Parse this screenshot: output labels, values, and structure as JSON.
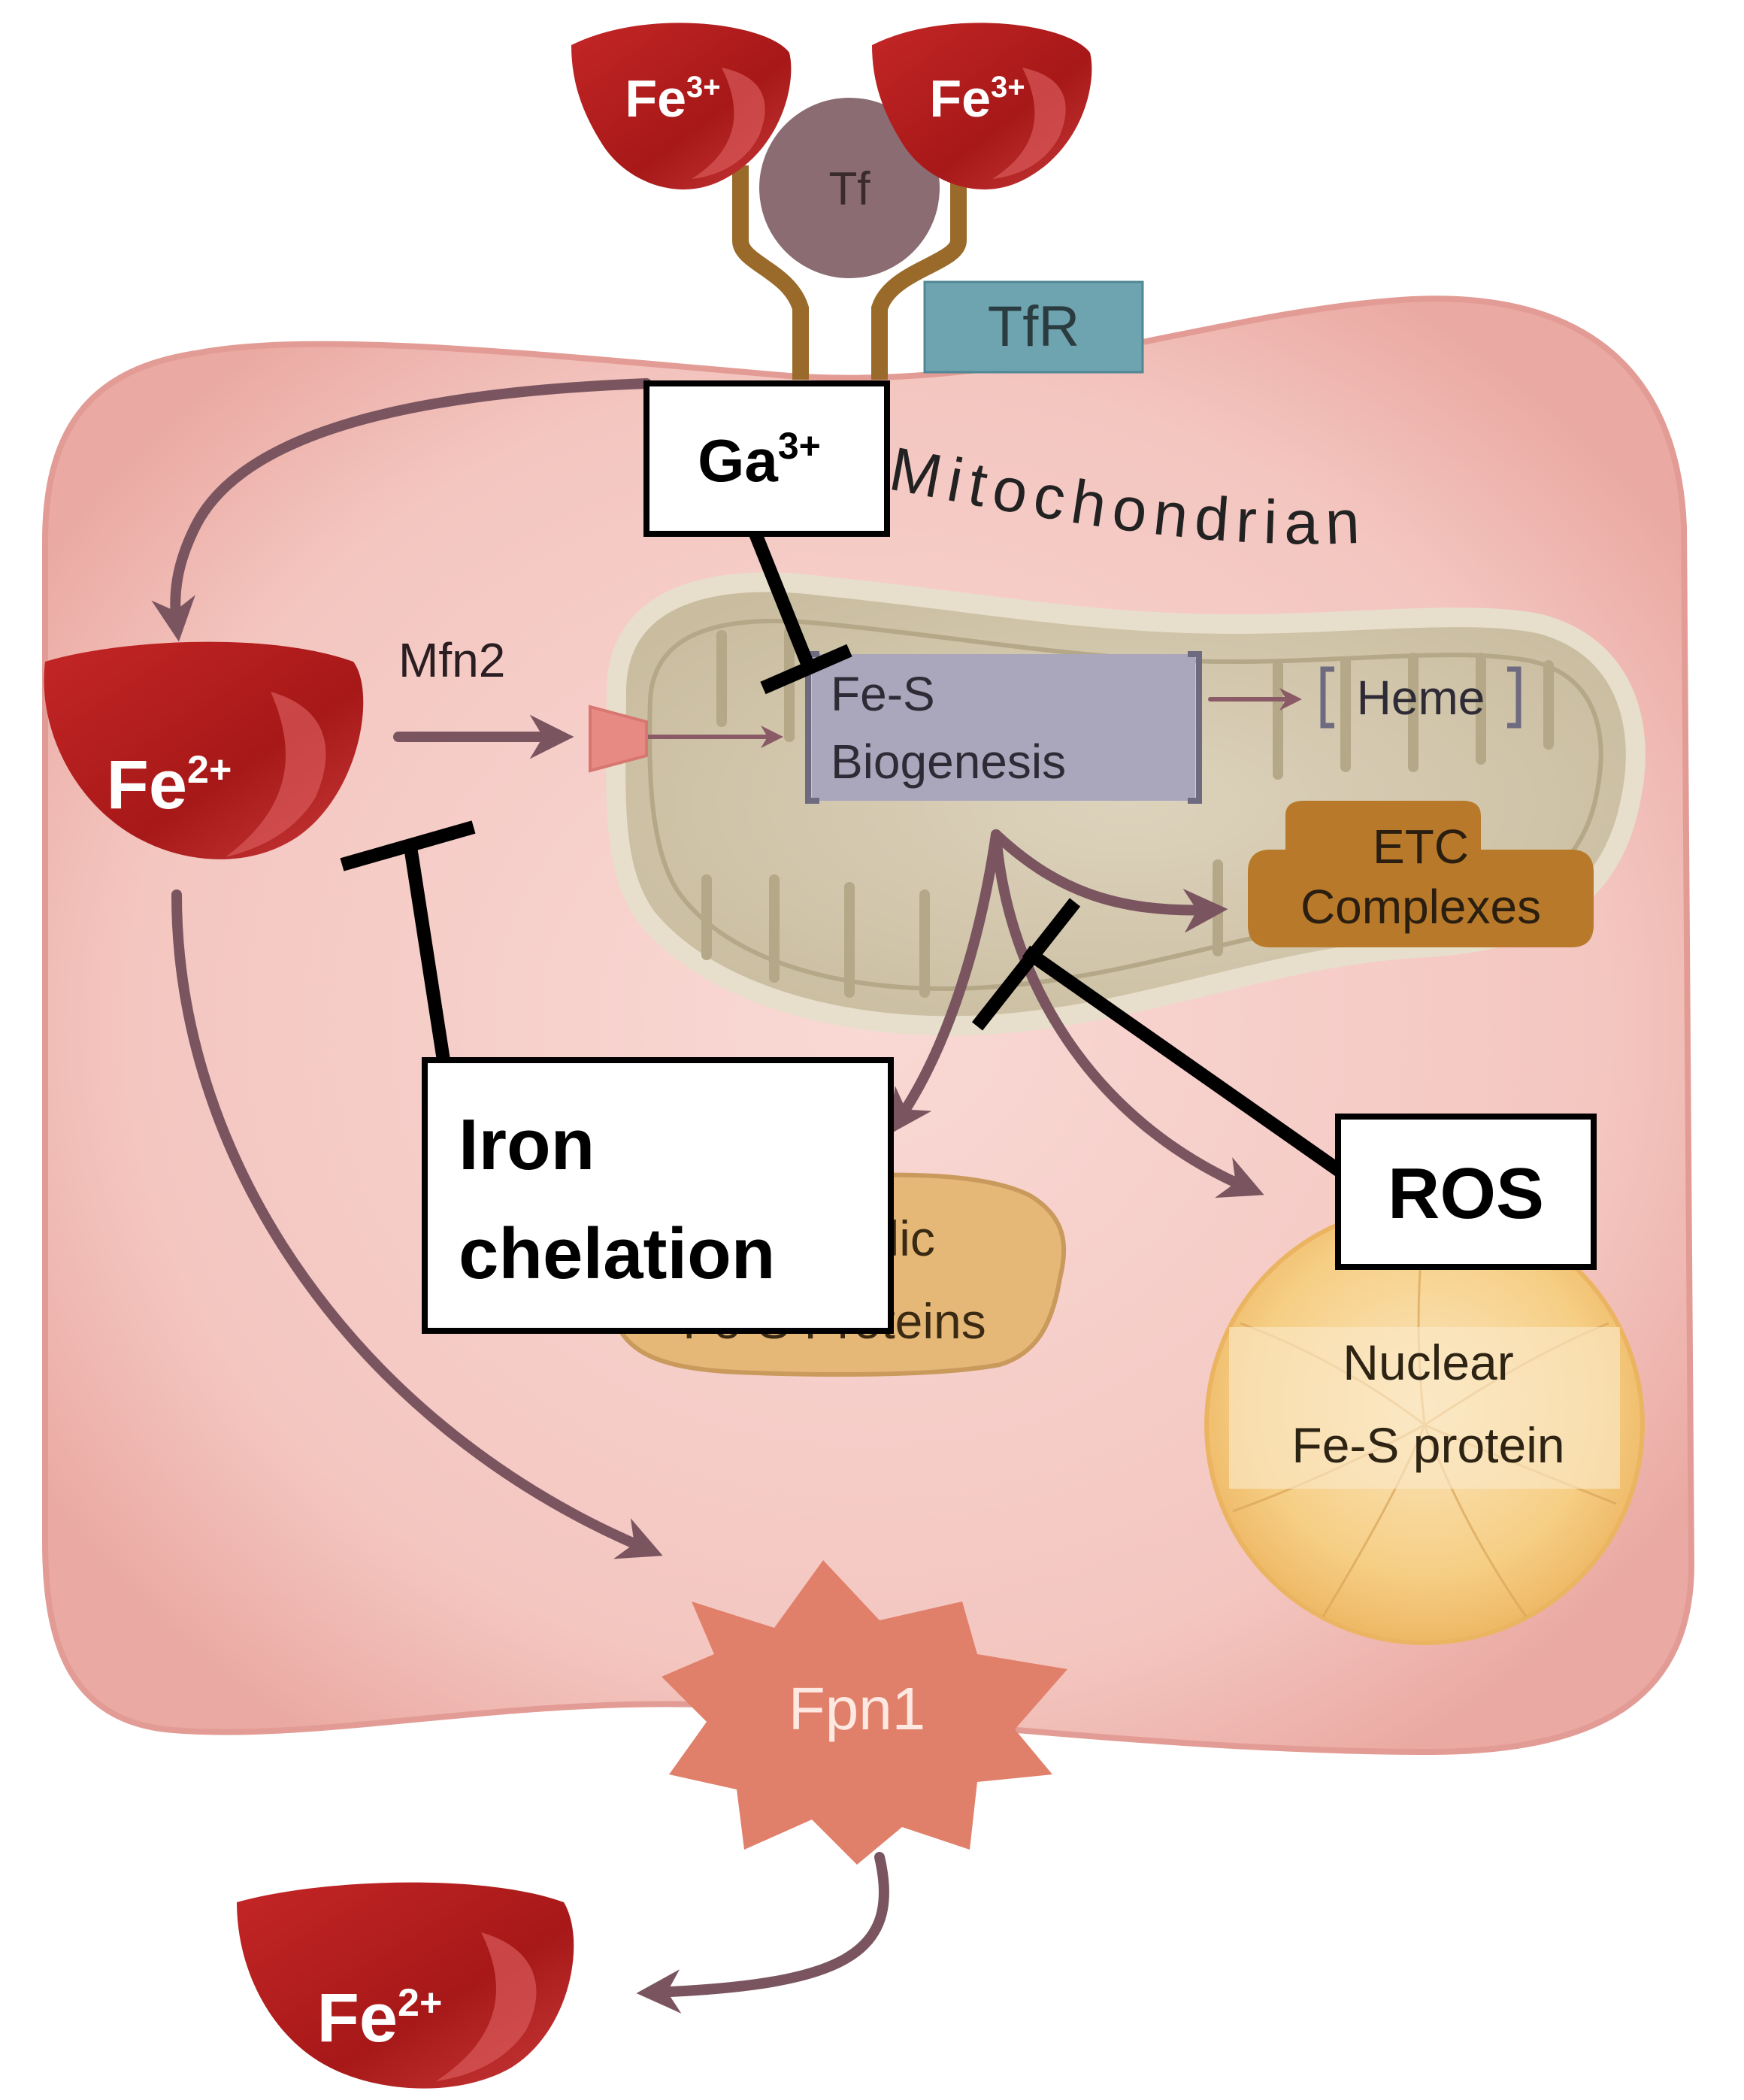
{
  "labels": {
    "fe3_left": "Fe",
    "fe3_left_sup": "3+",
    "fe3_right": "Fe",
    "fe3_right_sup": "3+",
    "tf": "Tf",
    "tfr": "TfR",
    "ga": "Ga",
    "ga_sup": "3+",
    "mitochondrian": "Mitochondrian",
    "fe2_inner": "Fe",
    "fe2_inner_sup": "2+",
    "mfn2": "Mfn2",
    "fes_biogenesis_line1": "Fe-S",
    "fes_biogenesis_line2": "Biogenesis",
    "heme": "Heme",
    "etc_line1": "ETC",
    "etc_line2": "Complexes",
    "cytosolic_line1": "Cytosolic",
    "cytosolic_line2": "Fe-S Proteins",
    "iron_chelation_line1": "Iron",
    "iron_chelation_line2": "chelation",
    "ros": "ROS",
    "nuclear_line1": "Nuclear",
    "nuclear_line2": "Fe-S protein",
    "fpn1": "Fpn1",
    "fe2_outer": "Fe",
    "fe2_outer_sup": "2+"
  },
  "colors": {
    "cell_fill": "#f6c9c4",
    "cell_stroke": "#e8a6a0",
    "iron_red": "#b81e1e",
    "arrow": "#7a5560",
    "tf_fill": "#8a6c72",
    "tfr_fill": "#6ea4b0",
    "receptor": "#9a6a2a",
    "mito_fill": "#d9cdb4",
    "fes_box": "#aaa6bc",
    "etc_fill": "#b87a2a",
    "cytosolic_fill": "#e6b878",
    "nucleus_fill": "#f4c676",
    "fpn1_fill": "#e0806a"
  }
}
